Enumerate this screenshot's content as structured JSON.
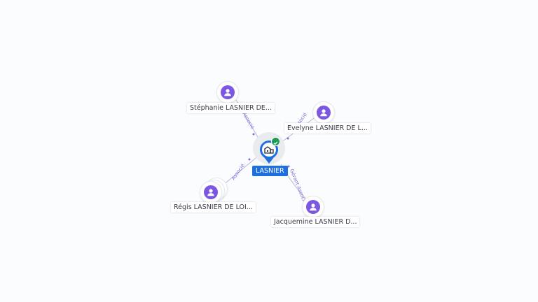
{
  "company": {
    "name": "LASNIER",
    "icon": "building-icon",
    "status_icon": "check-icon",
    "accent": "#1d6fe0",
    "status_color": "#1e9b55"
  },
  "people": [
    {
      "id": "stephanie",
      "name": "Stéphanie LASNIER DE...",
      "relation": "Associé"
    },
    {
      "id": "evelyne",
      "name": "Evelyne LASNIER DE L...",
      "relation": "Associé"
    },
    {
      "id": "regis",
      "name": "Régis LASNIER DE LOI...",
      "relation": "Associé"
    },
    {
      "id": "jacquemine",
      "name": "Jacquemine LASNIER D...",
      "relation": "Gérant Associé"
    }
  ],
  "person_color": "#7b57e4",
  "person_icon": "user-icon"
}
